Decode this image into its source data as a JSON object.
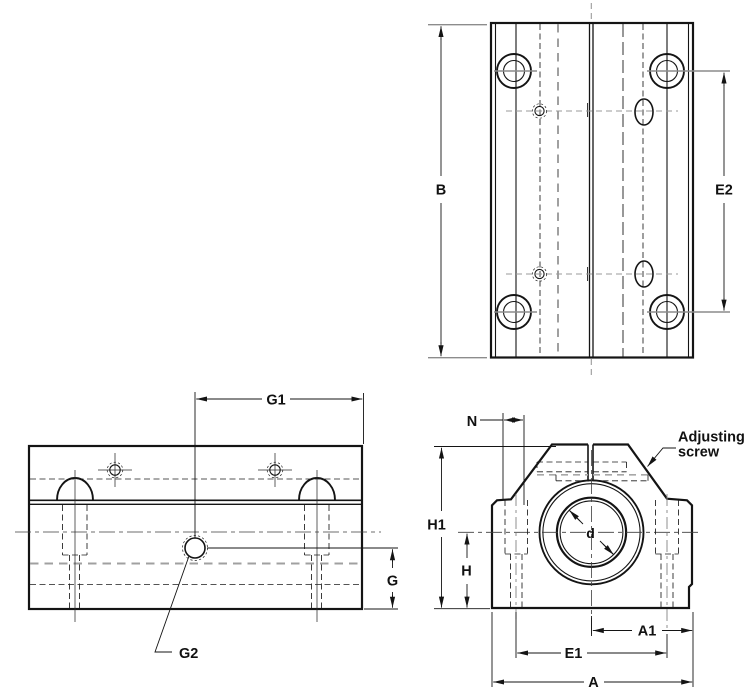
{
  "drawing": {
    "views": {
      "top": {
        "b_label": "B",
        "e2_label": "E2"
      },
      "side": {
        "g1_label": "G1",
        "g_label": "G",
        "g2_label": "G2"
      },
      "front": {
        "n_label": "N",
        "h1_label": "H1",
        "h_label": "H",
        "a1_label": "A1",
        "e1_label": "E1",
        "a_label": "A",
        "d_label": "d",
        "adjusting_screw_line1": "Adjusting",
        "adjusting_screw_line2": "screw"
      }
    },
    "colors": {
      "line": "#141414",
      "hidden_gray": "#9a9a9a",
      "background": "#ffffff"
    }
  }
}
